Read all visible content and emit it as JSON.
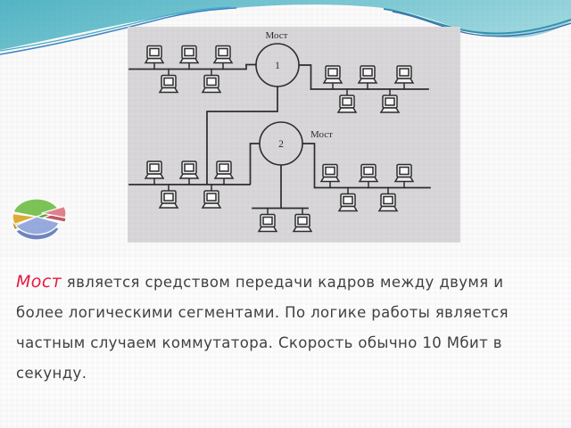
{
  "slide": {
    "background_color": "#fcfbfb",
    "wave": {
      "teal_main": "#52b5c5",
      "teal_light": "#9bd7df",
      "line_blue": "#3f85c6",
      "line_teal": "#43aec6",
      "streak_teal": "#2d93aa",
      "streak_blue": "#3b6fb2"
    }
  },
  "diagram": {
    "panel_color": "#d9d7da",
    "line_color": "#2b2b2b",
    "bridge1": {
      "label": "Мост",
      "number": "1"
    },
    "bridge2": {
      "label": "Мост",
      "number": "2"
    }
  },
  "pie_icon": {
    "green": "#7cc455",
    "green_dark": "#58a436",
    "pink": "#e2808d",
    "pink_dark": "#c2565f",
    "yellow": "#e0ac33",
    "yellow_dark": "#b8861c",
    "blue": "#97abdf",
    "blue_dark": "#6d84c0"
  },
  "paragraph": {
    "term": "Мост",
    "term_color": "#e8173c",
    "text_color": "#3f3f3f",
    "line1_rest": " является средством передачи кадров между двумя и",
    "line2": "более логическими сегментами. По логике работы является",
    "line3": "частным случаем коммутатора. Скорость обычно 10 Мбит в",
    "line4": "секунду."
  }
}
